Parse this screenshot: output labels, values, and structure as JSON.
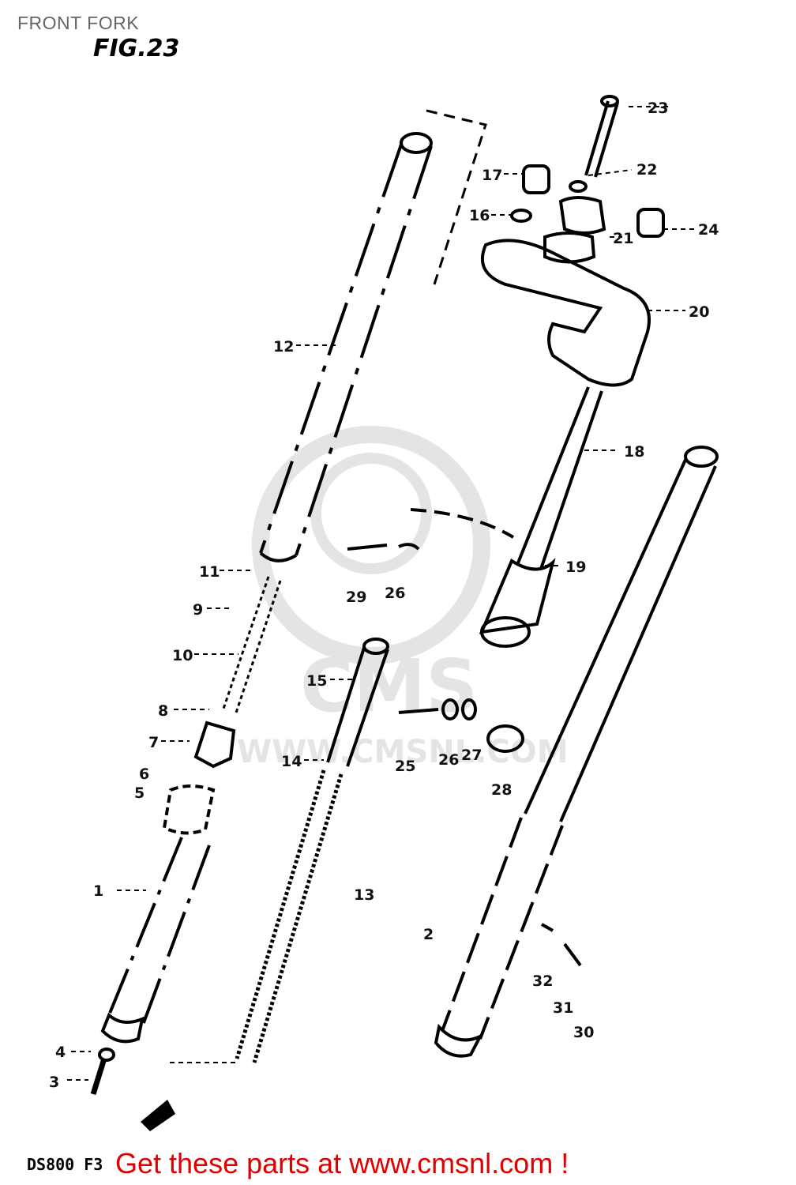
{
  "header": {
    "title": "FRONT FORK",
    "figure": "FIG.23"
  },
  "footer": {
    "model_code": "DS800 F3",
    "promo": "Get these parts at www.cmsnl.com !"
  },
  "watermark": {
    "brand": "CMS",
    "url": "WWW.CMSNL.COM",
    "color": "#d8d8d8"
  },
  "callouts": [
    {
      "id": "23",
      "text": "23"
    },
    {
      "id": "22",
      "text": "22"
    },
    {
      "id": "17",
      "text": "17"
    },
    {
      "id": "16",
      "text": "16"
    },
    {
      "id": "24",
      "text": "24"
    },
    {
      "id": "21",
      "text": "21"
    },
    {
      "id": "20",
      "text": "20"
    },
    {
      "id": "12",
      "text": "12"
    },
    {
      "id": "18",
      "text": "18"
    },
    {
      "id": "19",
      "text": "19"
    },
    {
      "id": "11",
      "text": "11"
    },
    {
      "id": "29",
      "text": "29"
    },
    {
      "id": "26a",
      "text": "26"
    },
    {
      "id": "9",
      "text": "9"
    },
    {
      "id": "10",
      "text": "10"
    },
    {
      "id": "15",
      "text": "15"
    },
    {
      "id": "8",
      "text": "8"
    },
    {
      "id": "7",
      "text": "7"
    },
    {
      "id": "14",
      "text": "14"
    },
    {
      "id": "25",
      "text": "25"
    },
    {
      "id": "26b",
      "text": "26"
    },
    {
      "id": "27",
      "text": "27"
    },
    {
      "id": "6",
      "text": "6"
    },
    {
      "id": "5",
      "text": "5"
    },
    {
      "id": "28",
      "text": "28"
    },
    {
      "id": "1",
      "text": "1"
    },
    {
      "id": "13",
      "text": "13"
    },
    {
      "id": "2",
      "text": "2"
    },
    {
      "id": "32",
      "text": "32"
    },
    {
      "id": "31",
      "text": "31"
    },
    {
      "id": "30",
      "text": "30"
    },
    {
      "id": "4",
      "text": "4"
    },
    {
      "id": "3",
      "text": "3"
    }
  ]
}
